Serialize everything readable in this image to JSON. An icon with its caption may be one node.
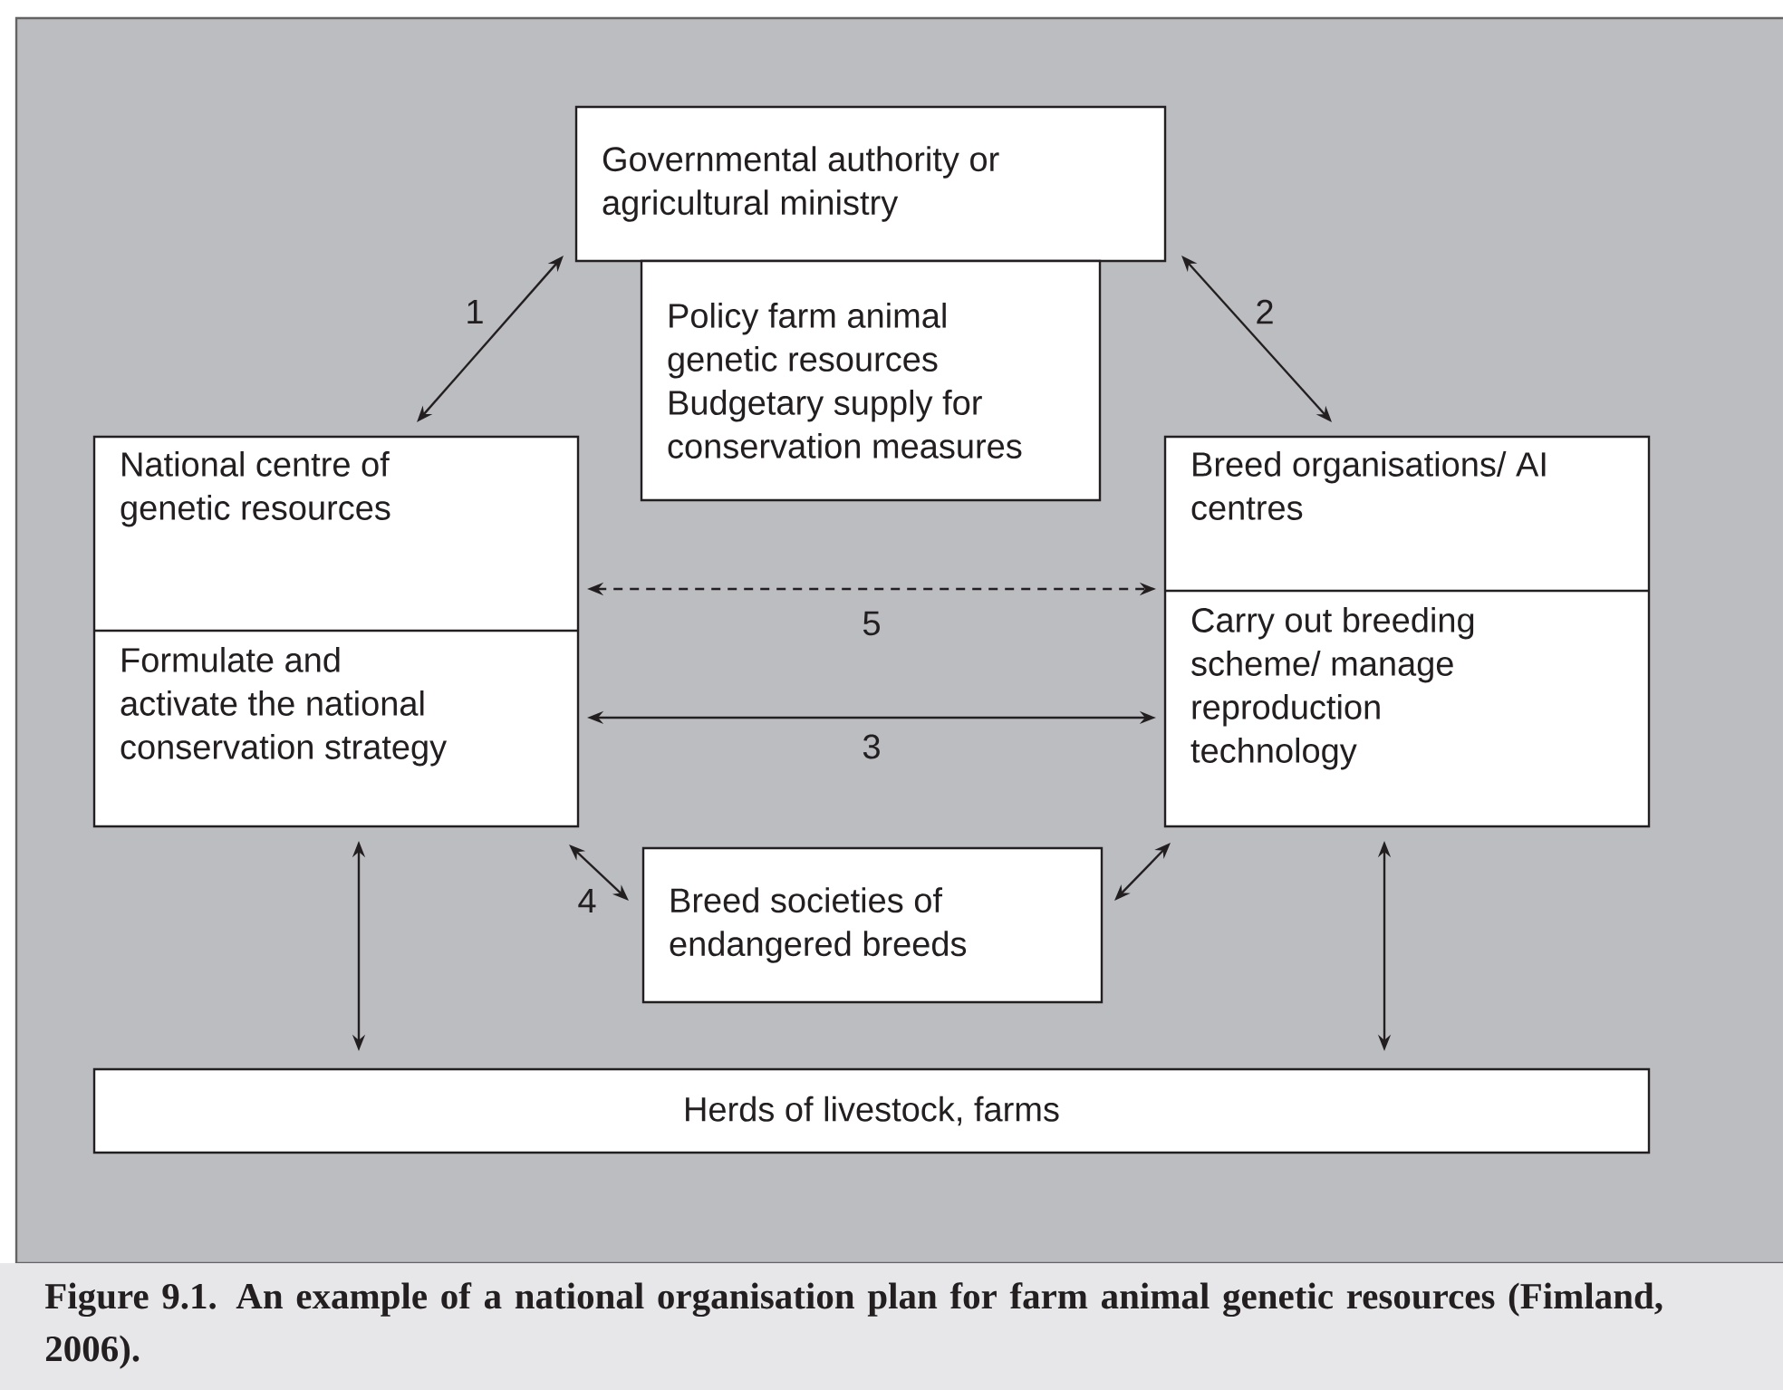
{
  "diagram": {
    "caption": "Figure 9.1. An example of a national organisation plan for farm animal genetic resources (Fimland, 2006).",
    "nodes": [
      {
        "text": [
          "Governmental authority or agricultural ministry"
        ]
      },
      {
        "text": [
          "Policy farm animal genetic resources Budgetary supply for conservation measures"
        ]
      },
      {
        "text": [
          "National centre of genetic resources",
          "Formulate and activate the national conservation strategy"
        ]
      },
      {
        "text": [
          "Breed organisations/ AI centres",
          "Carry out breeding scheme/ manage reproduction technology"
        ]
      },
      {
        "text": [
          "Breed societies of endangered breeds"
        ]
      },
      {
        "text": [
          "Herds of livestock, farms"
        ]
      }
    ],
    "edges": [
      {
        "from": 2,
        "to": 0,
        "arrow": "both",
        "label": "1"
      },
      {
        "from": 0,
        "to": 3,
        "arrow": "both",
        "label": "2"
      },
      {
        "from": 2,
        "to": 3,
        "arrow": "both",
        "label": "5",
        "style": "dashed"
      },
      {
        "from": 2,
        "to": 3,
        "arrow": "both",
        "label": "3"
      },
      {
        "from": 2,
        "to": 4,
        "arrow": "both",
        "label": "4"
      },
      {
        "from": 3,
        "to": 4,
        "arrow": "both"
      },
      {
        "from": 2,
        "to": 5,
        "arrow": "both"
      },
      {
        "from": 3,
        "to": 5,
        "arrow": "both"
      }
    ]
  }
}
